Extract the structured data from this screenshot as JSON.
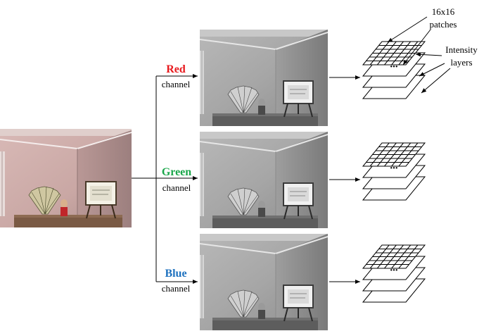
{
  "channels": [
    {
      "name": "Red",
      "word": "channel",
      "color": "#e8191d"
    },
    {
      "name": "Green",
      "word": "channel",
      "color": "#1aa64a"
    },
    {
      "name": "Blue",
      "word": "channel",
      "color": "#1f72bf"
    }
  ],
  "ellipsis": "...",
  "annotations": {
    "patches_line1": "16x16",
    "patches_line2": "patches",
    "intensity_line1": "Intensity",
    "intensity_line2": "layers"
  },
  "icons": {
    "source_photo": "color-room-photo",
    "channel_photo": "grayscale-room-photo"
  }
}
